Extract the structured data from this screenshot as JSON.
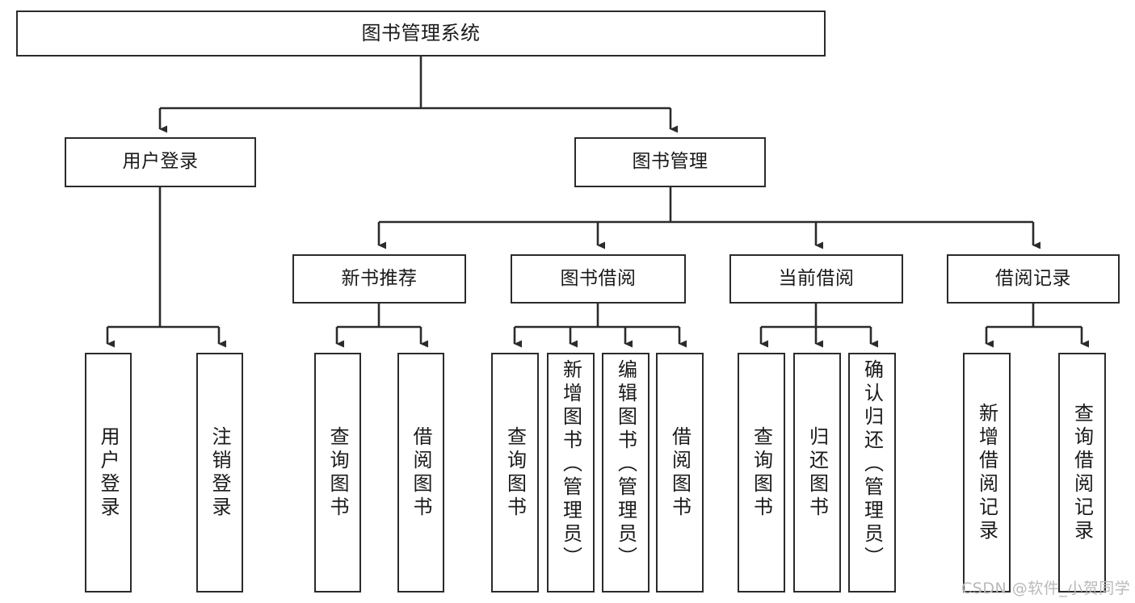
{
  "diagram": {
    "title": "图书管理系统",
    "type": "tree-hierarchy-chart",
    "orientation": "top-down",
    "colors": {
      "box_border": "#2b2b2b",
      "box_fill": "#ffffff",
      "edge": "#2b2b2b",
      "text": "#1a1a1a",
      "watermark": "#b9b9b9",
      "background": "#ffffff"
    }
  },
  "nodes": {
    "root": {
      "label": "图书管理系统"
    },
    "level2": [
      {
        "label": "用户登录"
      },
      {
        "label": "图书管理"
      }
    ],
    "level3": [
      {
        "label": "新书推荐"
      },
      {
        "label": "图书借阅"
      },
      {
        "label": "当前借阅"
      },
      {
        "label": "借阅记录"
      }
    ],
    "leaves": {
      "user_login": [
        {
          "label": "用户登录"
        },
        {
          "label": "注销登录"
        }
      ],
      "new_book_recommend": [
        {
          "label": "查询图书"
        },
        {
          "label": "借阅图书"
        }
      ],
      "book_borrow": [
        {
          "label": "查询图书"
        },
        {
          "label": "新增图书（管理员）"
        },
        {
          "label": "编辑图书（管理员）"
        },
        {
          "label": "借阅图书"
        }
      ],
      "current_borrow": [
        {
          "label": "查询图书"
        },
        {
          "label": "归还图书"
        },
        {
          "label": "确认归还（管理员）"
        }
      ],
      "borrow_record": [
        {
          "label": "新增借阅记录"
        },
        {
          "label": "查询借阅记录"
        }
      ]
    }
  },
  "watermark": {
    "text": "CSDN @软件_小贺同学"
  }
}
